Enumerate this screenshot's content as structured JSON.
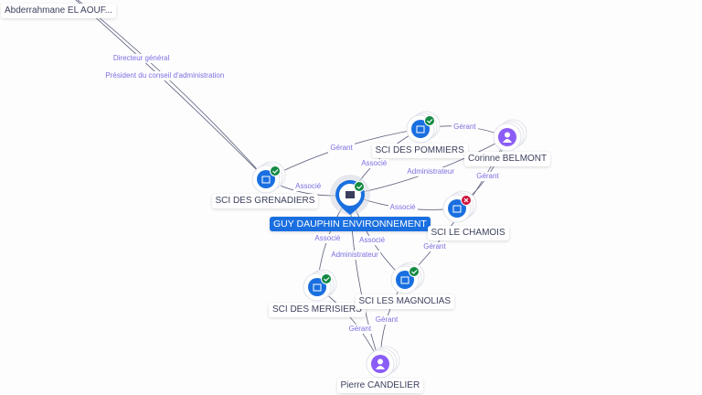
{
  "nodes": [
    {
      "id": "abderrahmane",
      "label": "Abderrahmane EL AOUF...",
      "type": "person"
    },
    {
      "id": "grenadiers",
      "label": "SCI DES GRENADIERS",
      "type": "company",
      "status": "active"
    },
    {
      "id": "guy",
      "label": "GUY DAUPHIN ENVIRONNEMENT",
      "type": "main",
      "status": "active"
    },
    {
      "id": "pommiers",
      "label": "SCI DES POMMIERS",
      "type": "company",
      "status": "active"
    },
    {
      "id": "corinne",
      "label": "Corinne BELMONT",
      "type": "person"
    },
    {
      "id": "chamois",
      "label": "SCI LE CHAMOIS",
      "type": "company",
      "status": "closed"
    },
    {
      "id": "merisiers",
      "label": "SCI DES MERISIERS",
      "type": "company",
      "status": "active"
    },
    {
      "id": "magnolias",
      "label": "SCI LES MAGNOLIAS",
      "type": "company",
      "status": "active"
    },
    {
      "id": "pierre",
      "label": "Pierre CANDELIER",
      "type": "person"
    }
  ],
  "edges": [
    {
      "from": "abderrahmane",
      "to": "grenadiers",
      "label": "Président du conseil d'administration"
    },
    {
      "from": "abderrahmane",
      "to": "grenadiers",
      "label": "Directeur général"
    },
    {
      "from": "guy",
      "to": "grenadiers",
      "label": "Associé"
    },
    {
      "from": "pommiers",
      "to": "grenadiers",
      "label": "Gérant"
    },
    {
      "from": "guy",
      "to": "pommiers",
      "label": "Associé"
    },
    {
      "from": "corinne",
      "to": "pommiers",
      "label": "Gérant"
    },
    {
      "from": "corinne",
      "to": "guy",
      "label": "Administrateur"
    },
    {
      "from": "guy",
      "to": "chamois",
      "label": "Associé"
    },
    {
      "from": "corinne",
      "to": "chamois",
      "label": "Gérant"
    },
    {
      "from": "guy",
      "to": "merisiers",
      "label": "Associé"
    },
    {
      "from": "pierre",
      "to": "guy",
      "label": "Administrateur"
    },
    {
      "from": "guy",
      "to": "magnolias",
      "label": "Associé"
    },
    {
      "from": "corinne",
      "to": "magnolias",
      "label": "Gérant"
    },
    {
      "from": "pierre",
      "to": "merisiers",
      "label": "Gérant"
    },
    {
      "from": "pierre",
      "to": "magnolias",
      "label": "Gérant"
    }
  ],
  "colors": {
    "company": "#1a6fe0",
    "person": "#8b5cf6",
    "active": "#138a43",
    "closed": "#d0143c",
    "edge_label": "#7b6fe0"
  }
}
